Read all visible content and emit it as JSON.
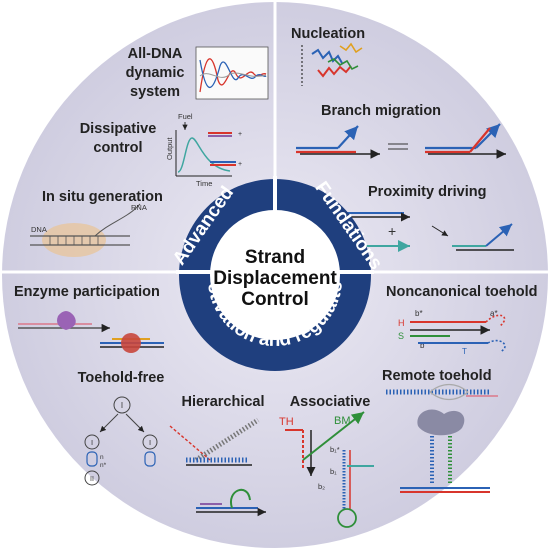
{
  "center": {
    "line1": "Strand",
    "line2": "Displacement",
    "line3": "Control"
  },
  "ring": {
    "advanced": "Advanced",
    "foundations": "Fundations",
    "activation": "Activation and regulaiton"
  },
  "sections": {
    "all_dna_line1": "All-DNA",
    "all_dna_line2": "dynamic",
    "all_dna_line3": "system",
    "dissipative_line1": "Dissipative",
    "dissipative_line2": "control",
    "in_situ": "In situ generation",
    "nucleation": "Nucleation",
    "branch_migration": "Branch migration",
    "proximity_driving": "Proximity driving",
    "enzyme": "Enzyme participation",
    "toehold_free": "Toehold-free",
    "hierarchical": "Hierarchical",
    "associative": "Associative",
    "noncanonical": "Noncanonical toehold",
    "remote": "Remote toehold"
  },
  "mini_labels": {
    "fuel": "Fuel",
    "output": "Output",
    "time": "Time",
    "dna": "DNA",
    "rna": "RNA",
    "plus": "+",
    "th": "TH",
    "bm": "BM",
    "b1": "b₁",
    "b1s": "b₁*",
    "b2": "b₂",
    "bstar": "b*",
    "astar": "a*",
    "b": "b",
    "t": "T",
    "h": "H",
    "s": "S",
    "i": "I",
    "ii": "II",
    "n": "n",
    "nstar": "n*"
  },
  "colors": {
    "navy": "#1f3f7e",
    "disk": "#dcdbe9",
    "red": "#d8352c",
    "blue": "#2b62b5",
    "teal": "#3fa6a0",
    "green": "#2f8f3a",
    "purple": "#8c5fa8"
  }
}
